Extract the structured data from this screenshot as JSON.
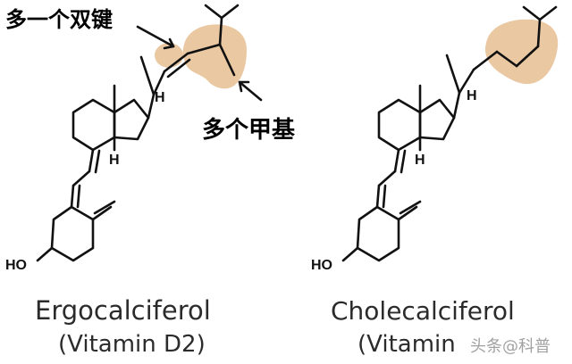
{
  "annotations": {
    "double_bond": "多一个双键",
    "methyl": "多个甲基"
  },
  "left_molecule": {
    "name": "Ergocalciferol",
    "subtitle": "(Vitamin D2)",
    "labels": {
      "oh": "HO",
      "h_ring": "H",
      "h_chain": "H"
    }
  },
  "right_molecule": {
    "name": "Cholecalciferol",
    "subtitle": "(Vitamin",
    "labels": {
      "oh": "HO",
      "h_ring": "H",
      "h_chain": "H"
    }
  },
  "watermark": "头条@科普",
  "colors": {
    "highlight": "#e4b888",
    "ink": "#111111"
  }
}
